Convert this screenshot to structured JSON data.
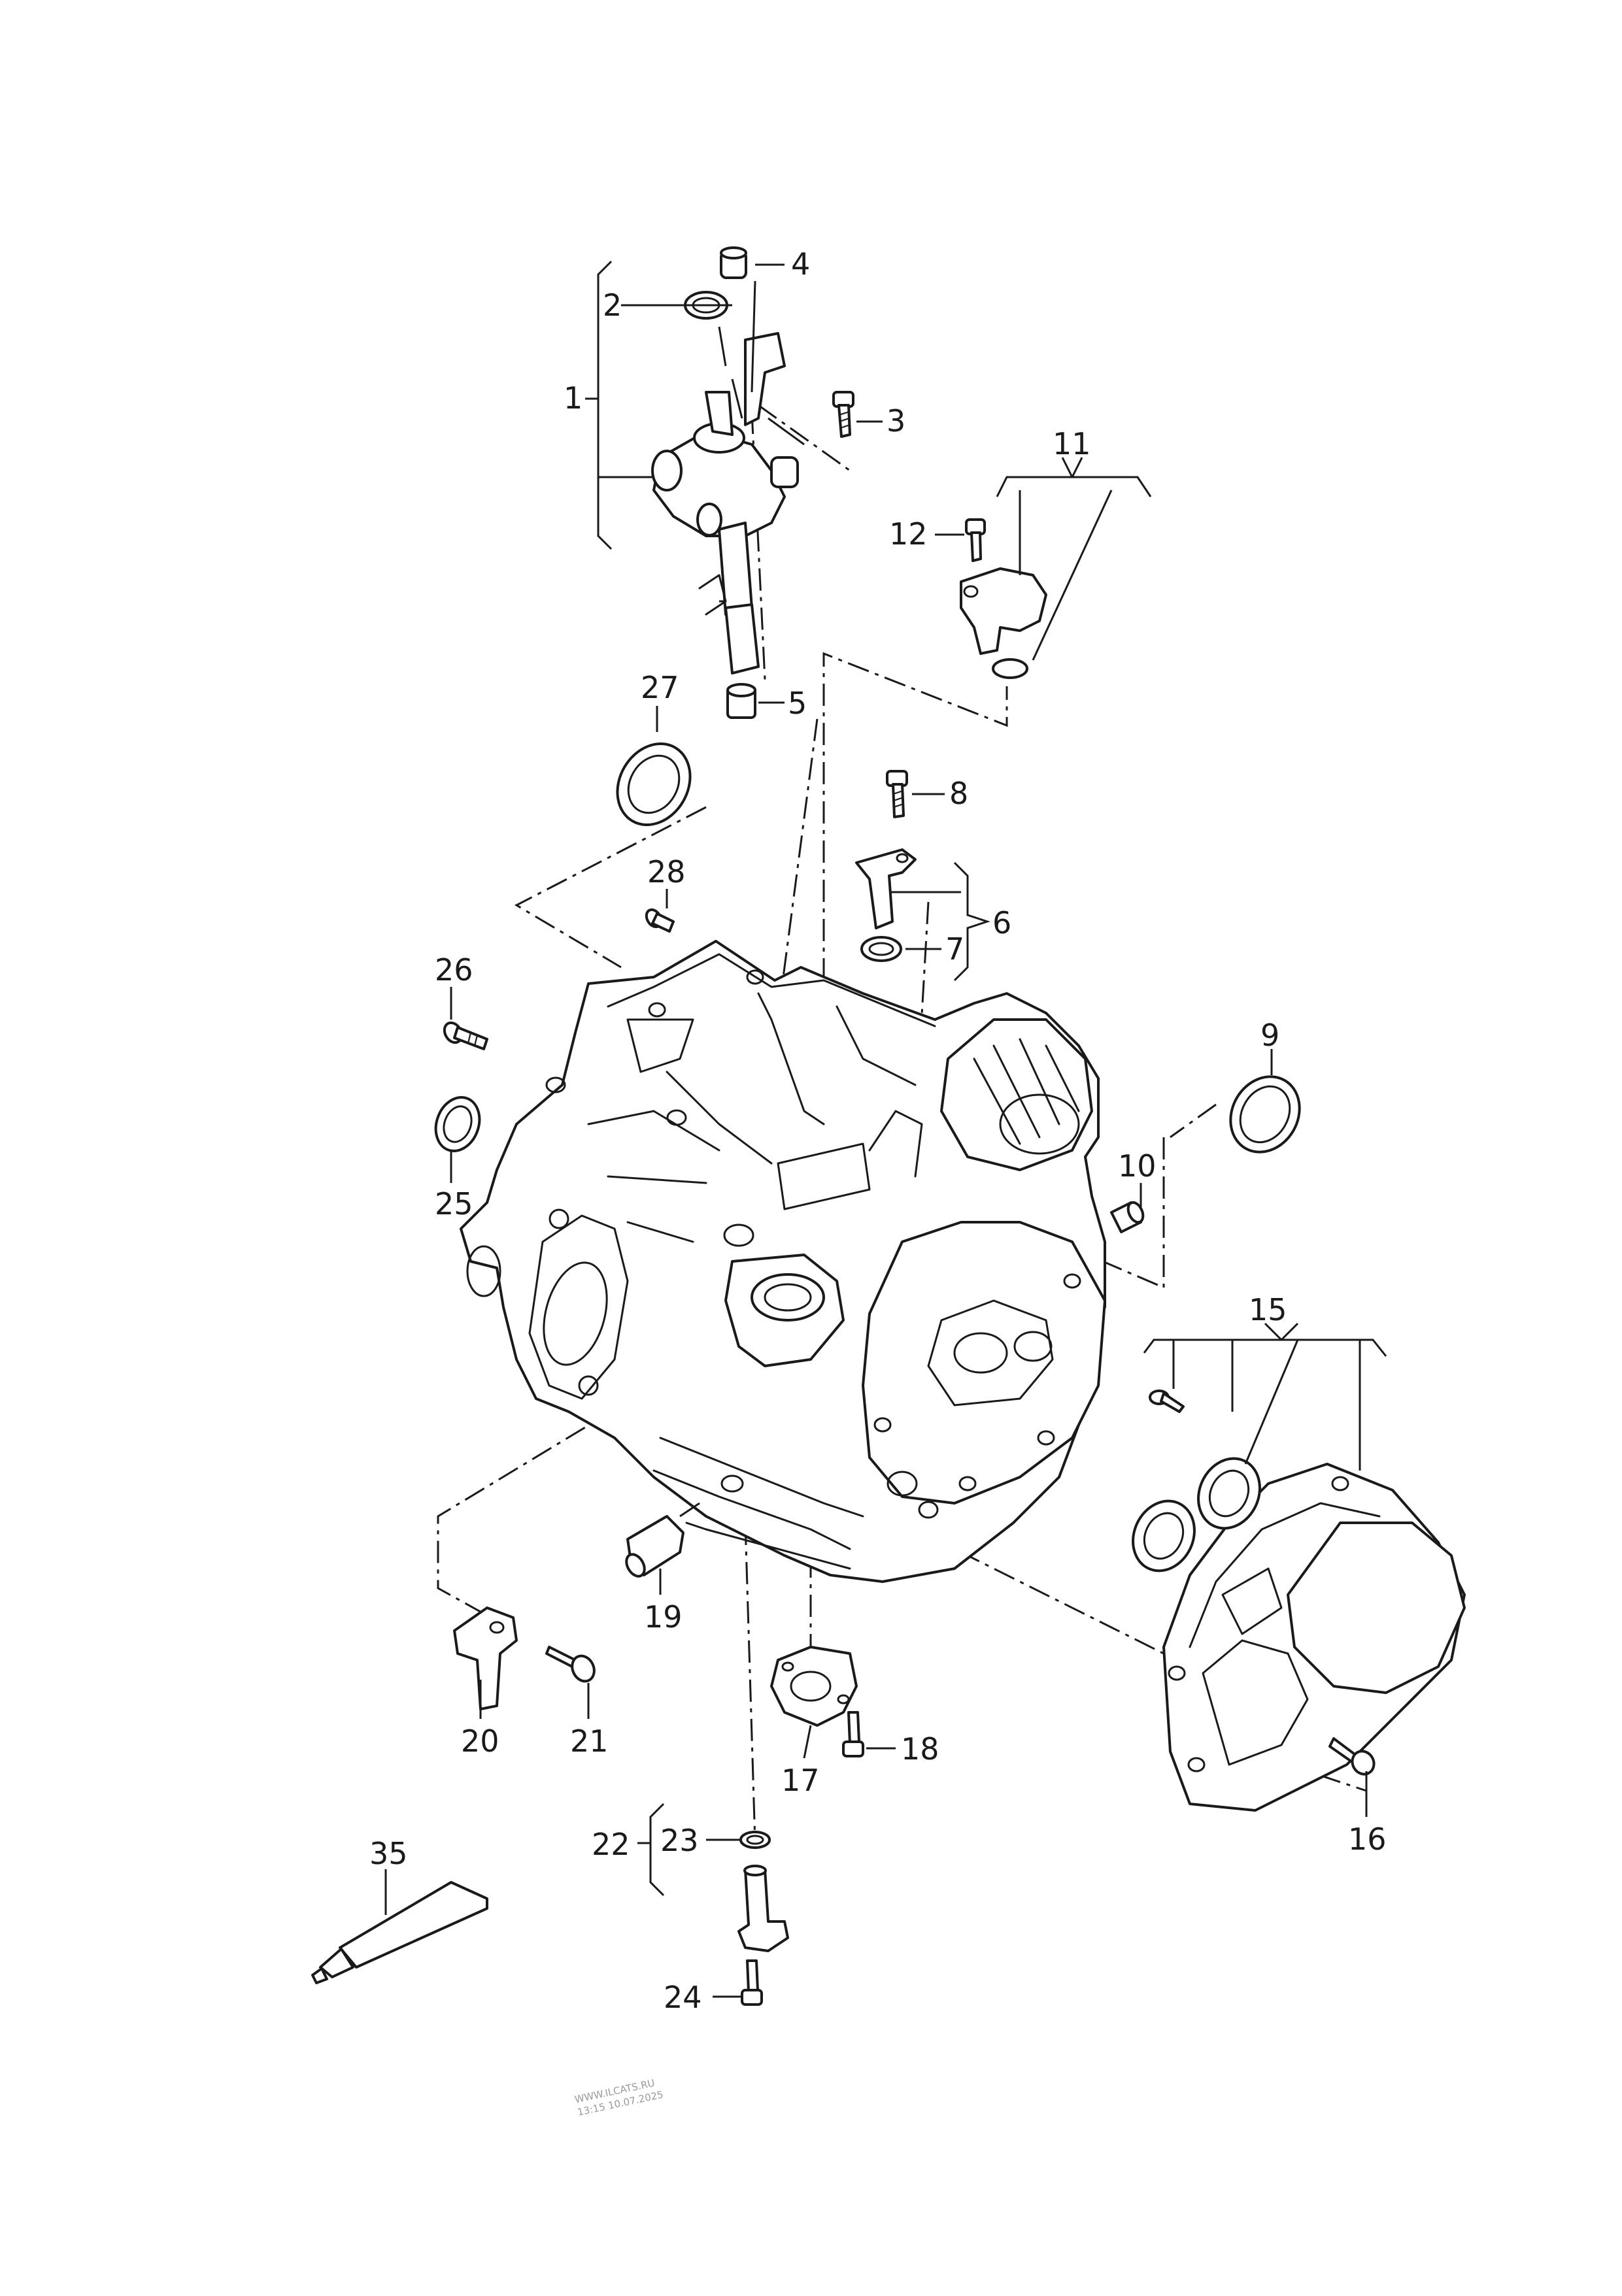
{
  "diagram": {
    "callouts": [
      "1",
      "2",
      "3",
      "4",
      "5",
      "6",
      "7",
      "8",
      "9",
      "10",
      "11",
      "12",
      "15",
      "16",
      "17",
      "18",
      "19",
      "20",
      "21",
      "22",
      "23",
      "24",
      "25",
      "26",
      "27",
      "28",
      "35"
    ],
    "watermark": {
      "line1": "WWW.ILCATS.RU",
      "line2": "13:15 10.07.2025"
    }
  }
}
